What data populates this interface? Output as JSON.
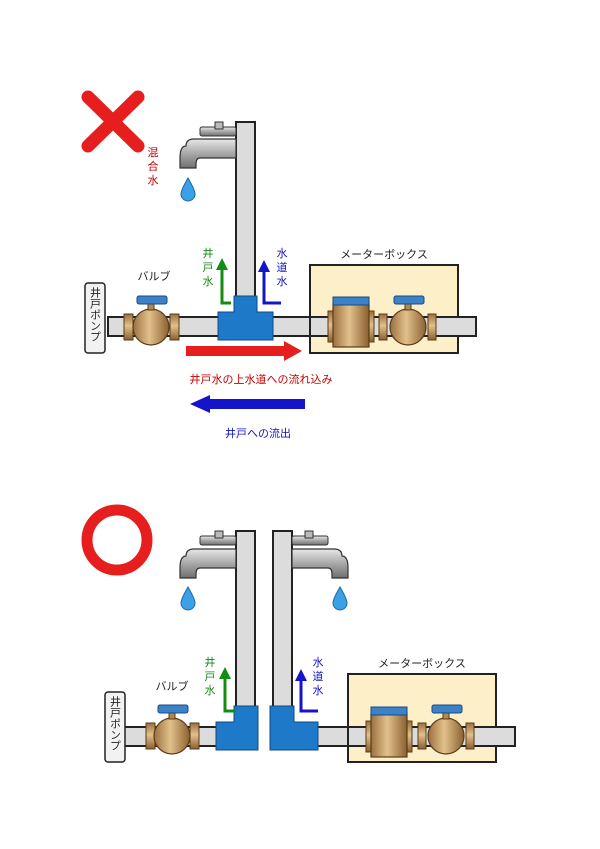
{
  "wrong": {
    "mark": "✕",
    "mixed_water_chars": [
      "混",
      "合",
      "水"
    ],
    "well_water_chars": [
      "井",
      "戸",
      "水"
    ],
    "city_water_chars": [
      "水",
      "道",
      "水"
    ],
    "valve_label": "バルブ",
    "meter_box_label": "メーターボックス",
    "pump_label": "井戸ポンプ",
    "inflow_label": "井戸水の上水道への流れ込み",
    "outflow_label": "井戸への流出"
  },
  "right": {
    "mark": "〇",
    "well_water_chars": [
      "井",
      "戸",
      "水"
    ],
    "city_water_chars": [
      "水",
      "道",
      "水"
    ],
    "valve_label": "バルブ",
    "meter_box_label": "メーターボックス",
    "pump_label": "井戸ポンプ"
  },
  "colors": {
    "wrong_mark": "#e61e1e",
    "right_mark": "#e61e1e",
    "pipe_fill": "#dcdcdc",
    "joint_blue": "#1e7ac8",
    "meter_box_fill": "#fdf0c8",
    "brass": "#c8a064",
    "valve_handle": "#3c82c8",
    "water_drop": "#3ca0e6",
    "well_arrow": "#148c14",
    "city_arrow": "#1414c8",
    "inflow_arrow": "#e61e1e",
    "outflow_arrow": "#1414c8",
    "inflow_text": "#c80000",
    "outflow_text": "#1414c8"
  }
}
